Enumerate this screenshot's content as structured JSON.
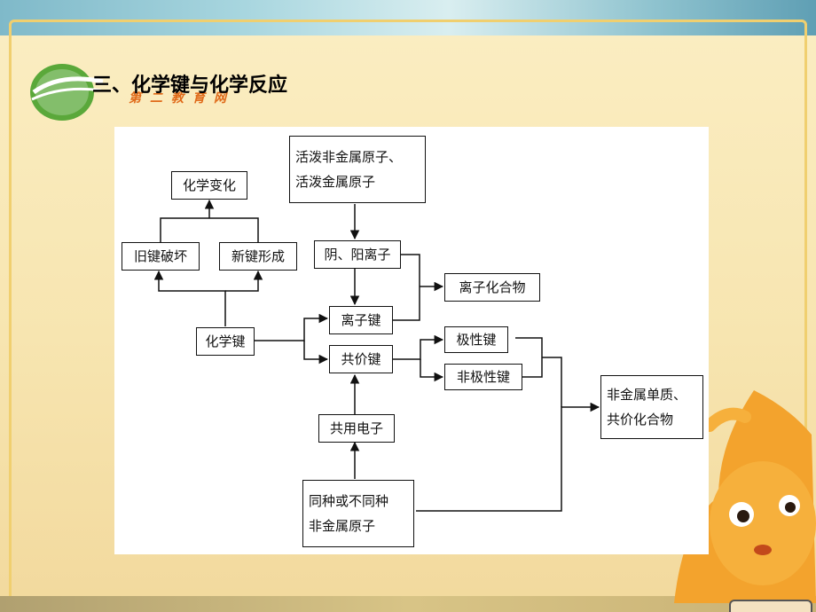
{
  "title": "三、化学键与化学反应",
  "logo": {
    "text": "第二教育网",
    "icon": "site-logo-icon",
    "colors": {
      "green": "#3f8f2a",
      "orange": "#e06a19"
    }
  },
  "diagram": {
    "nodes": {
      "chem_change": "化学变化",
      "old_break": "旧键破坏",
      "new_form": "新键形成",
      "chem_bond": "化学键",
      "active_atoms_1": "活泼非金属原子、",
      "active_atoms_2": "活泼金属原子",
      "ions": "阴、阳离子",
      "ionic_bond": "离子键",
      "ionic_compound": "离子化合物",
      "covalent_bond": "共价键",
      "polar_bond": "极性键",
      "nonpolar_bond": "非极性键",
      "shared_electrons": "共用电子",
      "nonmetal_atoms_1": "同种或不同种",
      "nonmetal_atoms_2": "非金属原子",
      "result_1": "非金属单质、",
      "result_2": "共价化合物"
    }
  }
}
